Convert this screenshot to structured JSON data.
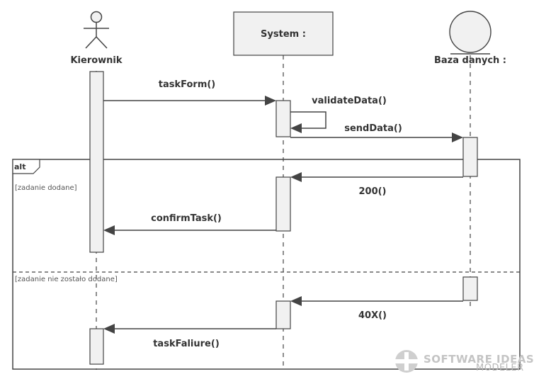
{
  "lifelines": [
    {
      "kind": "actor",
      "label": "Kierownik"
    },
    {
      "kind": "object",
      "label": "System :"
    },
    {
      "kind": "entity",
      "label": "Baza danych :"
    }
  ],
  "messages": [
    {
      "label": "taskForm()",
      "from": "Kierownik",
      "to": "System :"
    },
    {
      "label": "validateData()",
      "from": "System :",
      "to": "System :"
    },
    {
      "label": "sendData()",
      "from": "System :",
      "to": "Baza danych :"
    },
    {
      "label": "200()",
      "from": "Baza danych :",
      "to": "System :"
    },
    {
      "label": "confirmTask()",
      "from": "System :",
      "to": "Kierownik"
    },
    {
      "label": "40X()",
      "from": "Baza danych :",
      "to": "System :"
    },
    {
      "label": "taskFaliure()",
      "from": "System :",
      "to": "Kierownik"
    }
  ],
  "fragment": {
    "operator": "alt",
    "guards": [
      "[zadanie dodane]",
      "[zadanie nie zostało dodane]"
    ]
  },
  "watermark": {
    "line1": "SOFTWARE IDEAS",
    "line2": "MODELER"
  }
}
